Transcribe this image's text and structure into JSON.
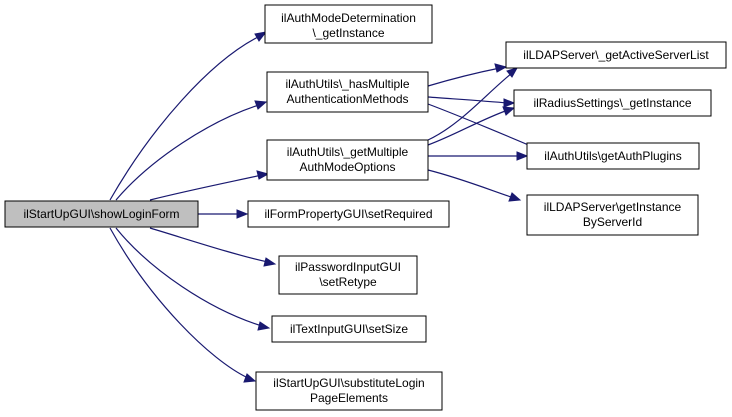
{
  "diagram": {
    "nodes": {
      "root": {
        "lines": [
          "ilStartUpGUI\\showLoginForm"
        ]
      },
      "auth_mode": {
        "lines": [
          "ilAuthModeDetermination",
          "\\_getInstance"
        ]
      },
      "has_multiple": {
        "lines": [
          "ilAuthUtils\\_hasMultiple",
          "AuthenticationMethods"
        ]
      },
      "get_multiple": {
        "lines": [
          "ilAuthUtils\\_getMultiple",
          "AuthModeOptions"
        ]
      },
      "form_required": {
        "lines": [
          "ilFormPropertyGUI\\setRequired"
        ]
      },
      "password_retype": {
        "lines": [
          "ilPasswordInputGUI",
          "\\setRetype"
        ]
      },
      "text_size": {
        "lines": [
          "ilTextInputGUI\\setSize"
        ]
      },
      "substitute": {
        "lines": [
          "ilStartUpGUI\\substituteLogin",
          "PageElements"
        ]
      },
      "ldap_active": {
        "lines": [
          "ilLDAPServer\\_getActiveServerList"
        ]
      },
      "radius": {
        "lines": [
          "ilRadiusSettings\\_getInstance"
        ]
      },
      "auth_plugins": {
        "lines": [
          "ilAuthUtils\\getAuthPlugins"
        ]
      },
      "ldap_instance": {
        "lines": [
          "ilLDAPServer\\getInstance",
          "ByServerId"
        ]
      }
    },
    "edges": [
      {
        "from": "root",
        "to": "auth_mode"
      },
      {
        "from": "root",
        "to": "has_multiple"
      },
      {
        "from": "root",
        "to": "get_multiple"
      },
      {
        "from": "root",
        "to": "form_required"
      },
      {
        "from": "root",
        "to": "password_retype"
      },
      {
        "from": "root",
        "to": "text_size"
      },
      {
        "from": "root",
        "to": "substitute"
      },
      {
        "from": "has_multiple",
        "to": "ldap_active"
      },
      {
        "from": "has_multiple",
        "to": "radius"
      },
      {
        "from": "has_multiple",
        "to": "auth_plugins"
      },
      {
        "from": "get_multiple",
        "to": "ldap_active"
      },
      {
        "from": "get_multiple",
        "to": "radius"
      },
      {
        "from": "get_multiple",
        "to": "auth_plugins"
      },
      {
        "from": "get_multiple",
        "to": "ldap_instance"
      }
    ],
    "colors": {
      "edge": "#191970",
      "root_fill": "#bfbfbf",
      "node_fill": "#ffffff",
      "border": "#000000"
    }
  }
}
